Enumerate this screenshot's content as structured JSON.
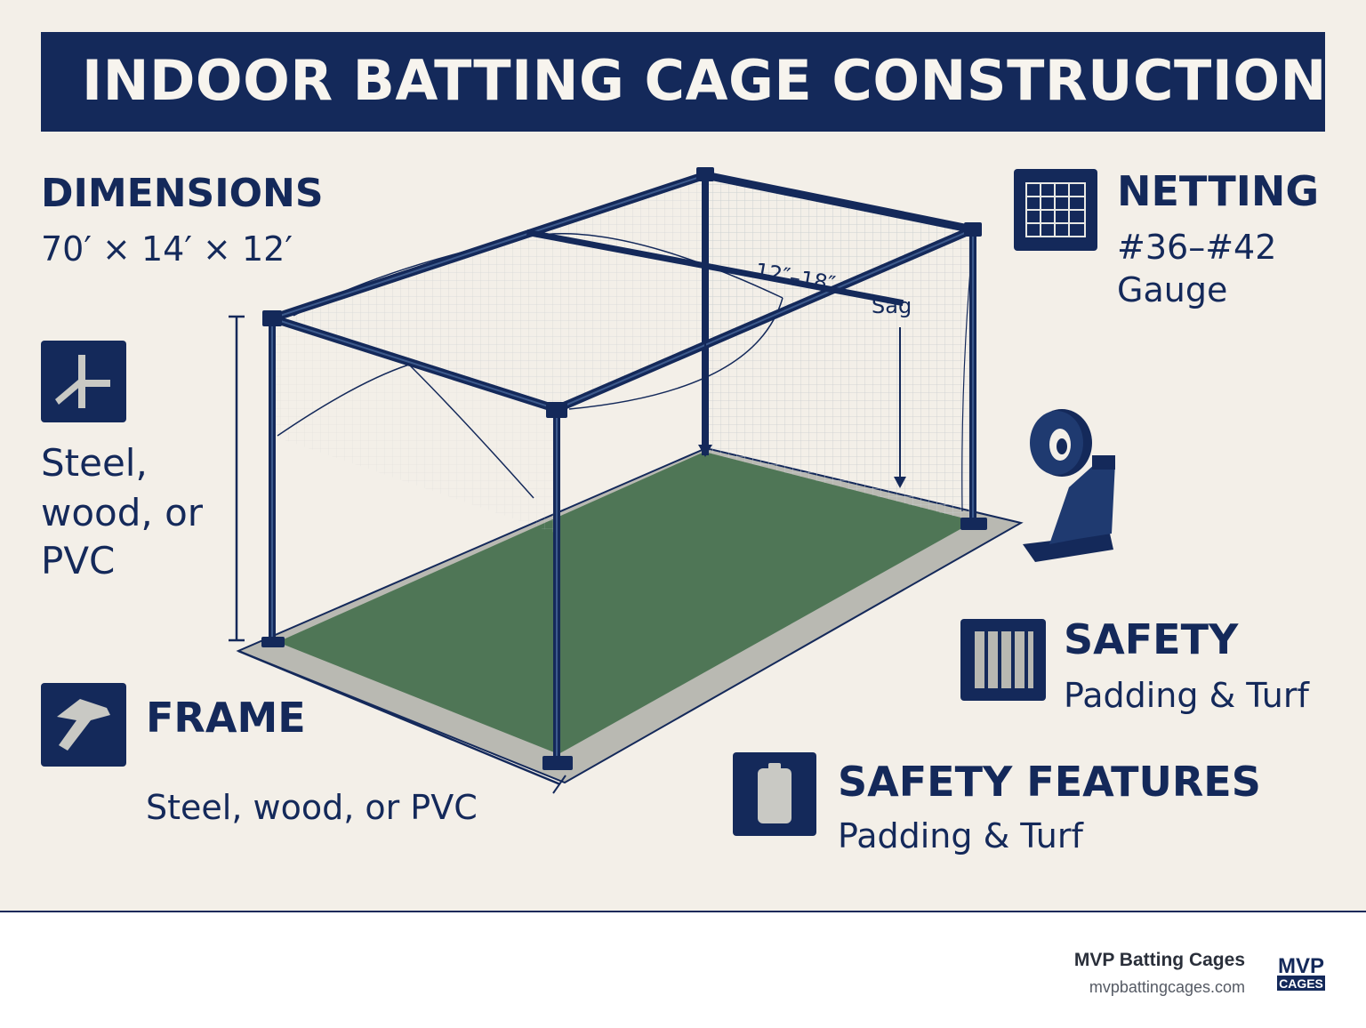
{
  "title": "INDOOR BATTING CAGE CONSTRUCTION",
  "dimensions": {
    "heading": "DIMENSIONS",
    "value": "70′ × 14′ × 12′"
  },
  "frame_material": {
    "text_lines": [
      "Steel,",
      "wood, or",
      "PVC"
    ],
    "icon": "frame-joint-icon"
  },
  "frame": {
    "heading": "FRAME",
    "text": "Steel, wood, or PVC",
    "icon": "hammer-icon"
  },
  "netting": {
    "heading": "NETTING",
    "line1": "#36–#42",
    "line2": "Gauge",
    "icon": "net-grid-icon"
  },
  "safety": {
    "heading": "SAFETY",
    "text": "Padding & Turf",
    "icon": "padding-panel-icon"
  },
  "safety_features": {
    "heading": "SAFETY FEATURES",
    "text": "Padding & Turf",
    "icon": "pad-icon"
  },
  "diagram": {
    "sag_label": "12″–18″",
    "sag_word": "Sag"
  },
  "footer": {
    "brand": "MVP Batting Cages",
    "url": "mvpbattingcages.com",
    "logo_line1": "MVP",
    "logo_line2": "CAGES"
  },
  "colors": {
    "navy": "#14295a",
    "background": "#f3efe8",
    "turf": "#4f7656",
    "slab": "#b9b9b2",
    "net": "#cfd3d4"
  }
}
